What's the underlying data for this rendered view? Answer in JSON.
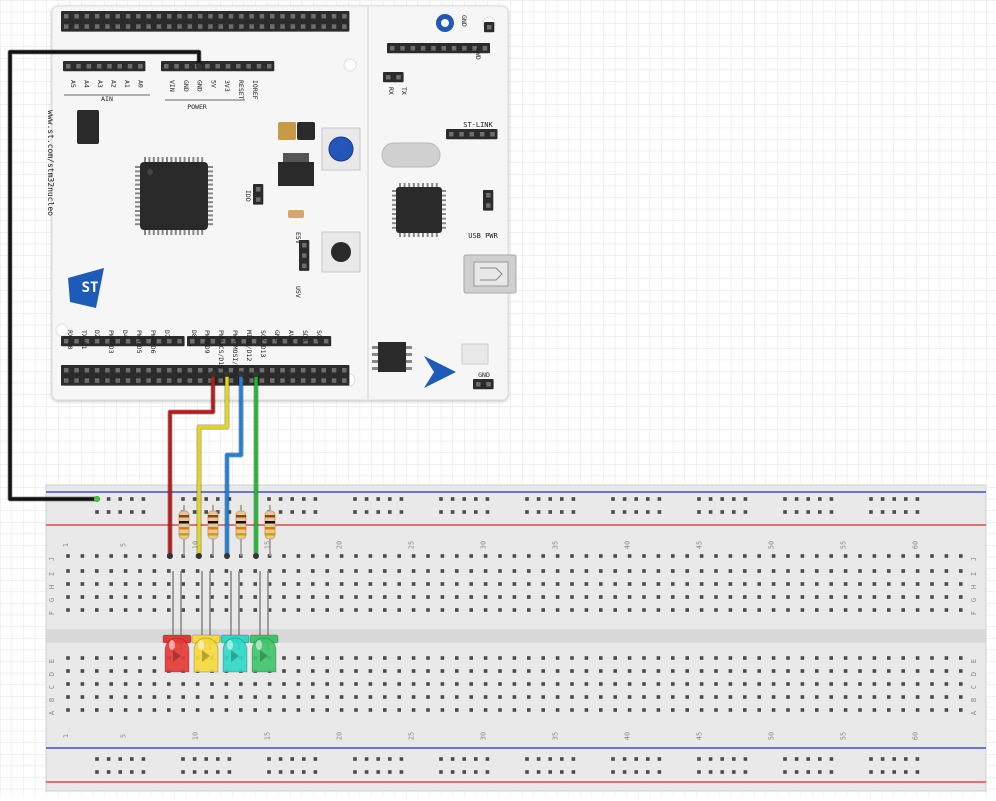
{
  "board": {
    "url_text": "www.st.com/stm32nucleo",
    "logo_text": "ST",
    "power_section_label": "POWER",
    "ain_section_label": "AIN",
    "power_pins": [
      "VIN",
      "GND",
      "GND",
      "5V",
      "3V3",
      "RESET",
      "IOREF"
    ],
    "ain_pins": [
      "A5",
      "A4",
      "A3",
      "A2",
      "A1",
      "A0"
    ],
    "digital_pins": [
      "RX/D0",
      "TX/D1",
      "D2",
      "PWM/D3",
      "D4",
      "PWM/D5",
      "PWM/D6",
      "D7",
      "D8",
      "PWM/D9",
      "PWM/CS/D10",
      "PWM/MOSI/D11",
      "MISO/D12",
      "SCK/D13",
      "GND",
      "AVDD",
      "SDA",
      "SCL"
    ],
    "st_link_label": "ST-LINK",
    "usb_pwr_label": "USB PWR",
    "gnd_label_top": "GND",
    "swd_label": "SWD",
    "rx_label": "RX",
    "tx_label": "TX",
    "idd_label": "IDD",
    "e5v_label": "E5V",
    "u5v_label": "U5V",
    "gnd_label_bottom": "GND"
  },
  "breadboard": {
    "column_numbers": [
      "1",
      "5",
      "10",
      "15",
      "20",
      "25",
      "30",
      "35",
      "40",
      "45",
      "50",
      "55",
      "60"
    ],
    "rows_top": [
      "J",
      "I",
      "H",
      "G",
      "F"
    ],
    "rows_bottom": [
      "E",
      "D",
      "C",
      "B",
      "A"
    ]
  },
  "components": {
    "leds": [
      {
        "name": "red-led",
        "color": "#e53935",
        "wire": "#b71c1c"
      },
      {
        "name": "yellow-led",
        "color": "#f5d83b",
        "wire": "#e6d61a"
      },
      {
        "name": "cyan-led",
        "color": "#2ed9c4",
        "wire": "#1e7fd6"
      },
      {
        "name": "green-led",
        "color": "#3ec46d",
        "wire": "#1db92e"
      }
    ],
    "gnd_wire_color": "#111111"
  }
}
